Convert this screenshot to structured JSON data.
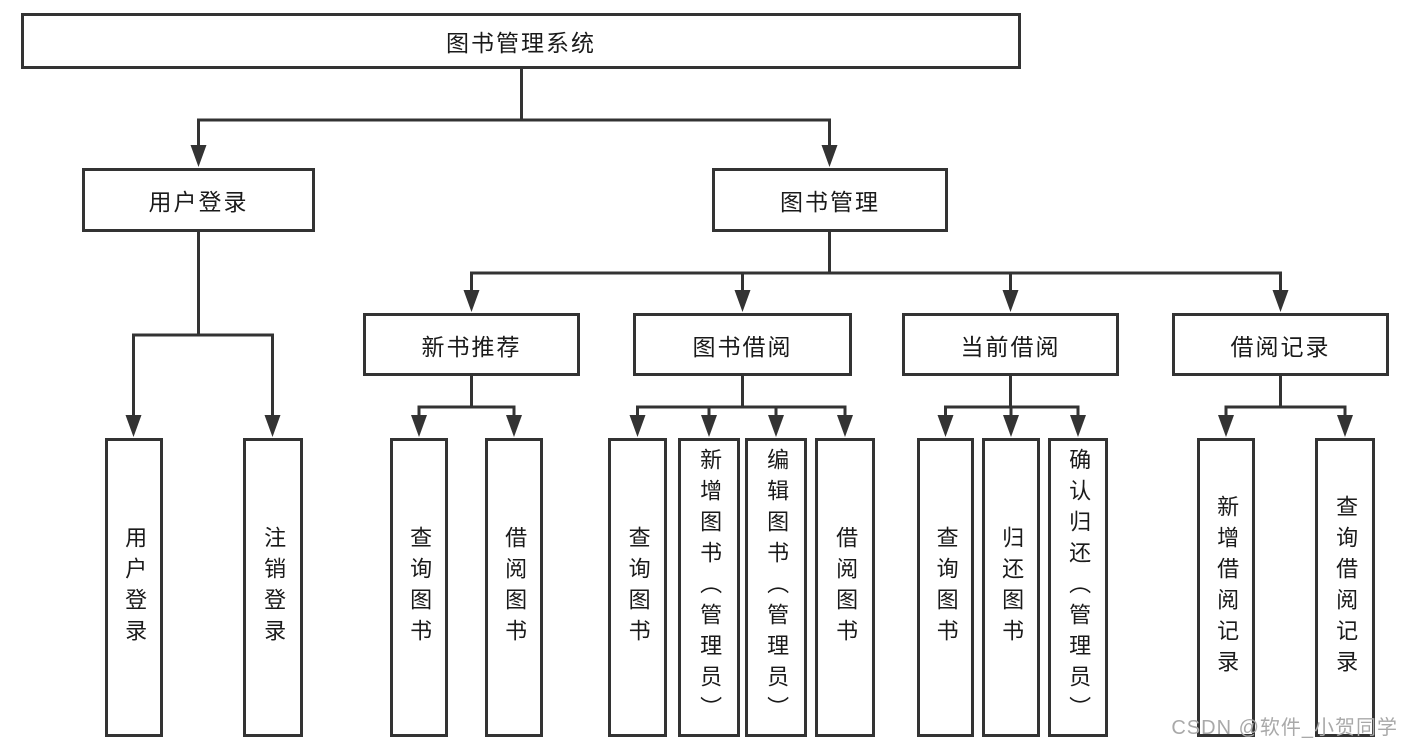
{
  "diagram_type": "hierarchy-tree",
  "colors": {
    "line": "#333333",
    "text": "#1a1a1a",
    "background": "#ffffff",
    "watermark": "#a9a9a9"
  },
  "tree": {
    "label": "图书管理系统",
    "children": [
      {
        "label": "用户登录",
        "children": [
          {
            "label": "用户登录"
          },
          {
            "label": "注销登录"
          }
        ]
      },
      {
        "label": "图书管理",
        "children": [
          {
            "label": "新书推荐",
            "children": [
              {
                "label": "查询图书"
              },
              {
                "label": "借阅图书"
              }
            ]
          },
          {
            "label": "图书借阅",
            "children": [
              {
                "label": "查询图书"
              },
              {
                "label": "新增图书（管理员）"
              },
              {
                "label": "编辑图书（管理员）"
              },
              {
                "label": "借阅图书"
              }
            ]
          },
          {
            "label": "当前借阅",
            "children": [
              {
                "label": "查询图书"
              },
              {
                "label": "归还图书"
              },
              {
                "label": "确认归还（管理员）"
              }
            ]
          },
          {
            "label": "借阅记录",
            "children": [
              {
                "label": "新增借阅记录"
              },
              {
                "label": "查询借阅记录"
              }
            ]
          }
        ]
      }
    ]
  },
  "watermark": {
    "text": "CSDN @软件_小贺同学"
  }
}
